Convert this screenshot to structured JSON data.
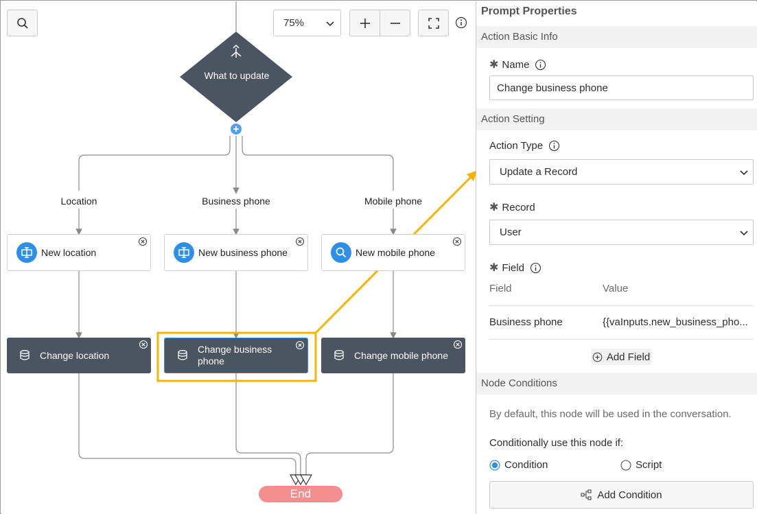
{
  "canvas": {
    "zoom_value": "75%",
    "decision_label": "What to update",
    "branches": [
      {
        "label": "Location",
        "prompt_node": "New location",
        "action_node": "Change location"
      },
      {
        "label": "Business phone",
        "prompt_node": "New business phone",
        "action_node": "Change business phone"
      },
      {
        "label": "Mobile phone",
        "prompt_node": "New mobile phone",
        "action_node": "Change mobile phone"
      }
    ],
    "end_label": "End"
  },
  "panel": {
    "title": "Prompt Properties",
    "basic_info_header": "Action Basic Info",
    "name_label": "Name",
    "name_value": "Change business phone",
    "setting_header": "Action Setting",
    "action_type_label": "Action Type",
    "action_type_value": "Update a Record",
    "record_label": "Record",
    "record_value": "User",
    "field_label": "Field",
    "field_table": {
      "col_field": "Field",
      "col_value": "Value",
      "rows": [
        {
          "field": "Business phone",
          "value": "{{vaInputs.new_business_pho..."
        }
      ]
    },
    "add_field_label": "Add Field",
    "conditions_header": "Node Conditions",
    "conditions_desc": "By default, this node will be used in the conversation.",
    "conditional_label": "Conditionally use this node if:",
    "radio_condition": "Condition",
    "radio_script": "Script",
    "add_condition_label": "Add Condition"
  },
  "colors": {
    "highlight": "#f5b400",
    "node_dark": "#4a5561",
    "accent_blue": "#2f8fe8",
    "end_red": "#f58f8f"
  }
}
